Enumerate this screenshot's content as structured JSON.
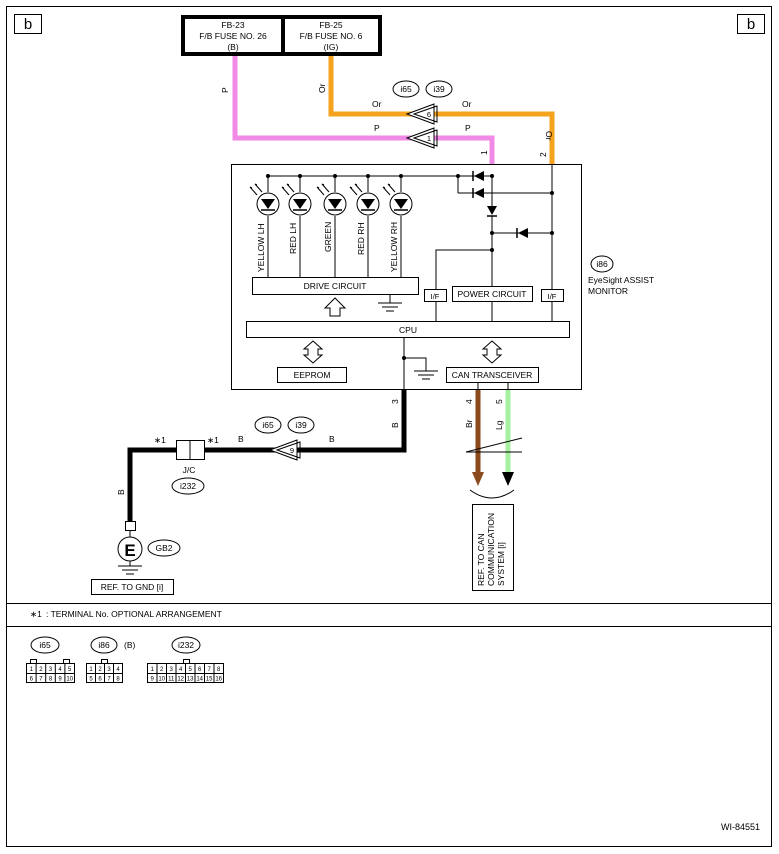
{
  "corner_tags": {
    "left": "b",
    "right": "b"
  },
  "fuses": [
    {
      "id": "FB-23",
      "name": "F/B FUSE NO. 26",
      "supply": "(B)"
    },
    {
      "id": "FB-25",
      "name": "F/B FUSE NO. 6",
      "supply": "(IG)"
    }
  ],
  "wire_colors": {
    "orange": "Or",
    "pink": "P",
    "black": "B",
    "brown": "Br",
    "light_green": "Lg"
  },
  "colors": {
    "orange_wire": "#f5a21c",
    "pink_wire": "#f08ae6",
    "black_wire": "#000000",
    "brown_wire": "#8a4a1c",
    "light_green_wire": "#a6f0a0"
  },
  "connectors": {
    "upper_pair": {
      "first": "i65",
      "second": "i39",
      "pin_orange": "6",
      "pin_pink": "1"
    },
    "lower_pair": {
      "first": "i65",
      "second": "i39",
      "pin_black": "9"
    }
  },
  "module": {
    "connector": "i86",
    "name_line1": "EyeSight ASSIST",
    "name_line2": "MONITOR",
    "pins": {
      "p1": "1",
      "p2": "2",
      "p3": "3",
      "p4": "4",
      "p5": "5"
    },
    "leds": [
      "YELLOW LH",
      "RED LH",
      "GREEN",
      "RED RH",
      "YELLOW RH"
    ],
    "blocks": {
      "drive_circuit": "DRIVE CIRCUIT",
      "power_circuit": "POWER CIRCUIT",
      "if_left": "I/F",
      "if_right": "I/F",
      "cpu": "CPU",
      "eeprom": "EEPROM",
      "can": "CAN TRANSCEIVER"
    }
  },
  "jc": {
    "label": "J/C",
    "connector": "i232",
    "star_left": "∗1",
    "star_right": "∗1"
  },
  "ground": {
    "symbol": "E",
    "point": "GB2",
    "ref": "REF. TO GND [i]"
  },
  "can_ref": {
    "line1": "REF. TO CAN",
    "line2": "COMMUNICATION",
    "line3": "SYSTEM [i]"
  },
  "footnote": {
    "star": "∗1",
    "text": ": TERMINAL No. OPTIONAL ARRANGEMENT"
  },
  "connector_views": {
    "i65": {
      "label": "i65",
      "row1": [
        "1",
        "2",
        "3",
        "4",
        "5"
      ],
      "row2": [
        "6",
        "7",
        "8",
        "9",
        "10"
      ]
    },
    "i86": {
      "label": "i86",
      "note": "(B)",
      "row1": [
        "1",
        "2",
        "3",
        "4"
      ],
      "row2": [
        "5",
        "6",
        "7",
        "8"
      ]
    },
    "i232": {
      "label": "i232",
      "row1": [
        "1",
        "2",
        "3",
        "4",
        "5",
        "6",
        "7",
        "8"
      ],
      "row2": [
        "9",
        "10",
        "11",
        "12",
        "13",
        "14",
        "15",
        "16"
      ]
    }
  },
  "diagram_id": "WI-84551"
}
